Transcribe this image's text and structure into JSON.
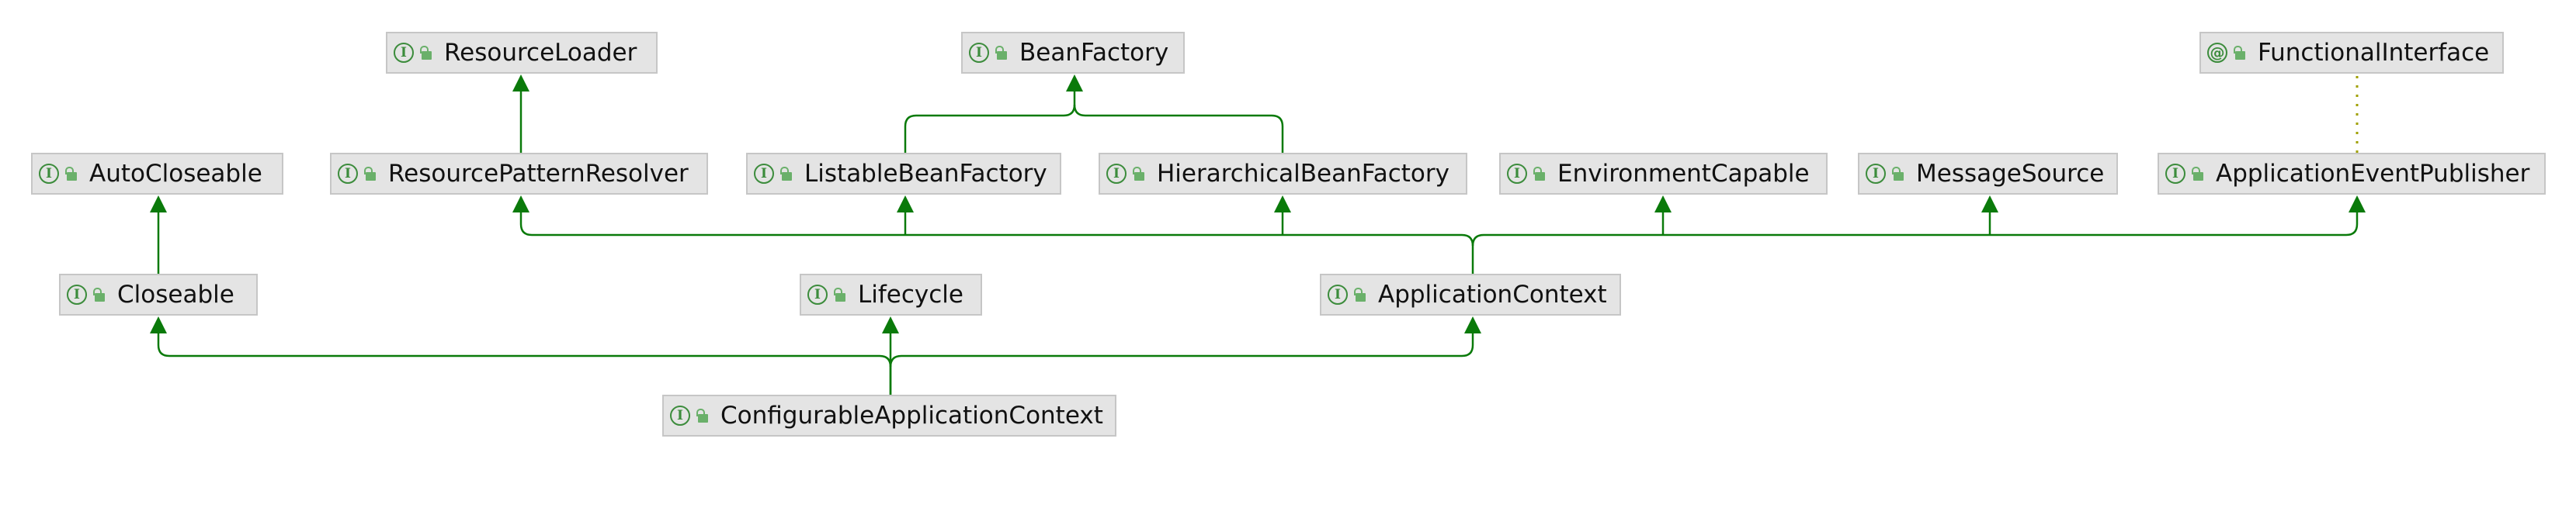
{
  "colors": {
    "inheritance_edge": "#0a7a0a",
    "annotation_edge": "#a0a000",
    "node_fill": "#e4e4e4",
    "node_border": "#c6c6c6",
    "icon_green": "#3c8c3c"
  },
  "nodes": [
    {
      "id": "resource-loader",
      "label": "ResourceLoader",
      "kind": "interface",
      "icon": "interface-icon"
    },
    {
      "id": "bean-factory",
      "label": "BeanFactory",
      "kind": "interface",
      "icon": "interface-icon"
    },
    {
      "id": "functional-interface",
      "label": "FunctionalInterface",
      "kind": "annotation",
      "icon": "annotation-icon"
    },
    {
      "id": "auto-closeable",
      "label": "AutoCloseable",
      "kind": "interface",
      "icon": "interface-icon"
    },
    {
      "id": "resource-pattern-resolver",
      "label": "ResourcePatternResolver",
      "kind": "interface",
      "icon": "interface-icon"
    },
    {
      "id": "listable-bean-factory",
      "label": "ListableBeanFactory",
      "kind": "interface",
      "icon": "interface-icon"
    },
    {
      "id": "hierarchical-bean-factory",
      "label": "HierarchicalBeanFactory",
      "kind": "interface",
      "icon": "interface-icon"
    },
    {
      "id": "environment-capable",
      "label": "EnvironmentCapable",
      "kind": "interface",
      "icon": "interface-icon"
    },
    {
      "id": "message-source",
      "label": "MessageSource",
      "kind": "interface",
      "icon": "interface-icon"
    },
    {
      "id": "application-event-publisher",
      "label": "ApplicationEventPublisher",
      "kind": "interface",
      "icon": "interface-icon"
    },
    {
      "id": "closeable",
      "label": "Closeable",
      "kind": "interface",
      "icon": "interface-icon"
    },
    {
      "id": "lifecycle",
      "label": "Lifecycle",
      "kind": "interface",
      "icon": "interface-icon"
    },
    {
      "id": "application-context",
      "label": "ApplicationContext",
      "kind": "interface",
      "icon": "interface-icon"
    },
    {
      "id": "configurable-application-context",
      "label": "ConfigurableApplicationContext",
      "kind": "interface",
      "icon": "interface-icon"
    }
  ],
  "edges": [
    {
      "from": "resource-pattern-resolver",
      "to": "resource-loader",
      "type": "extends"
    },
    {
      "from": "listable-bean-factory",
      "to": "bean-factory",
      "type": "extends"
    },
    {
      "from": "hierarchical-bean-factory",
      "to": "bean-factory",
      "type": "extends"
    },
    {
      "from": "closeable",
      "to": "auto-closeable",
      "type": "extends"
    },
    {
      "from": "application-event-publisher",
      "to": "functional-interface",
      "type": "annotated-by"
    },
    {
      "from": "application-context",
      "to": "resource-pattern-resolver",
      "type": "extends"
    },
    {
      "from": "application-context",
      "to": "listable-bean-factory",
      "type": "extends"
    },
    {
      "from": "application-context",
      "to": "hierarchical-bean-factory",
      "type": "extends"
    },
    {
      "from": "application-context",
      "to": "environment-capable",
      "type": "extends"
    },
    {
      "from": "application-context",
      "to": "message-source",
      "type": "extends"
    },
    {
      "from": "application-context",
      "to": "application-event-publisher",
      "type": "extends"
    },
    {
      "from": "configurable-application-context",
      "to": "closeable",
      "type": "extends"
    },
    {
      "from": "configurable-application-context",
      "to": "lifecycle",
      "type": "extends"
    },
    {
      "from": "configurable-application-context",
      "to": "application-context",
      "type": "extends"
    }
  ]
}
